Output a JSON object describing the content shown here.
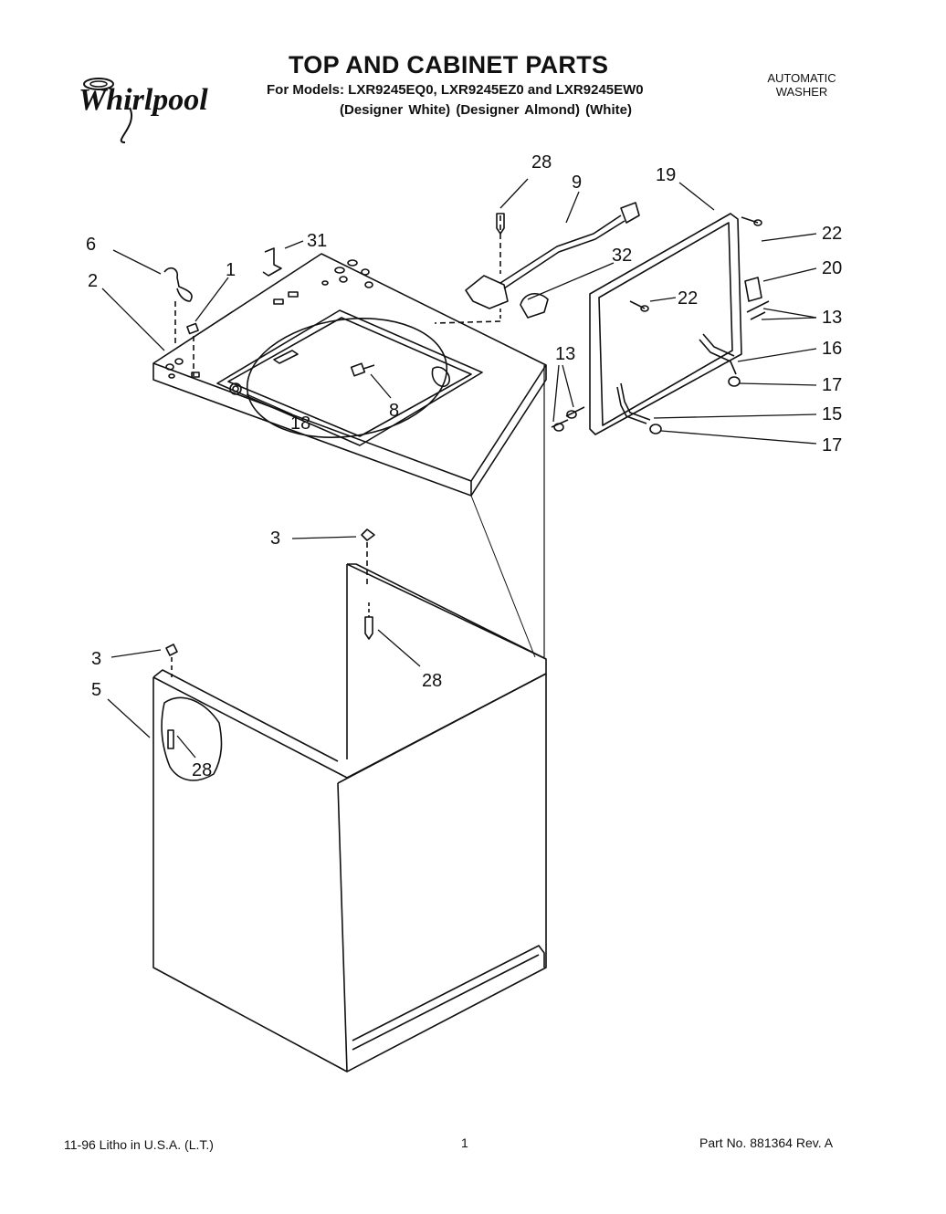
{
  "header": {
    "title": "TOP AND CABINET PARTS",
    "models_line": "For Models: LXR9245EQ0, LXR9245EZ0 and LXR9245EW0",
    "variants_line": "(Designer White) (Designer Almond) (White)",
    "appliance_type_line1": "AUTOMATIC",
    "appliance_type_line2": "WASHER",
    "brand": "Whirlpool"
  },
  "callouts": {
    "c28a": "28",
    "c9": "9",
    "c19": "19",
    "c6": "6",
    "c31": "31",
    "c1": "1",
    "c2": "2",
    "c32": "32",
    "c22a": "22",
    "c22b": "22",
    "c20": "20",
    "c13a": "13",
    "c13b": "13",
    "c16": "16",
    "c17a": "17",
    "c17b": "17",
    "c15": "15",
    "c18": "18",
    "c8": "8",
    "c3a": "3",
    "c3b": "3",
    "c28b": "28",
    "c5": "5",
    "c28c": "28"
  },
  "footer": {
    "print_info": "11-96 Litho in U.S.A. (L.T.)",
    "page_number": "1",
    "part_number": "Part No. 881364 Rev. A"
  }
}
